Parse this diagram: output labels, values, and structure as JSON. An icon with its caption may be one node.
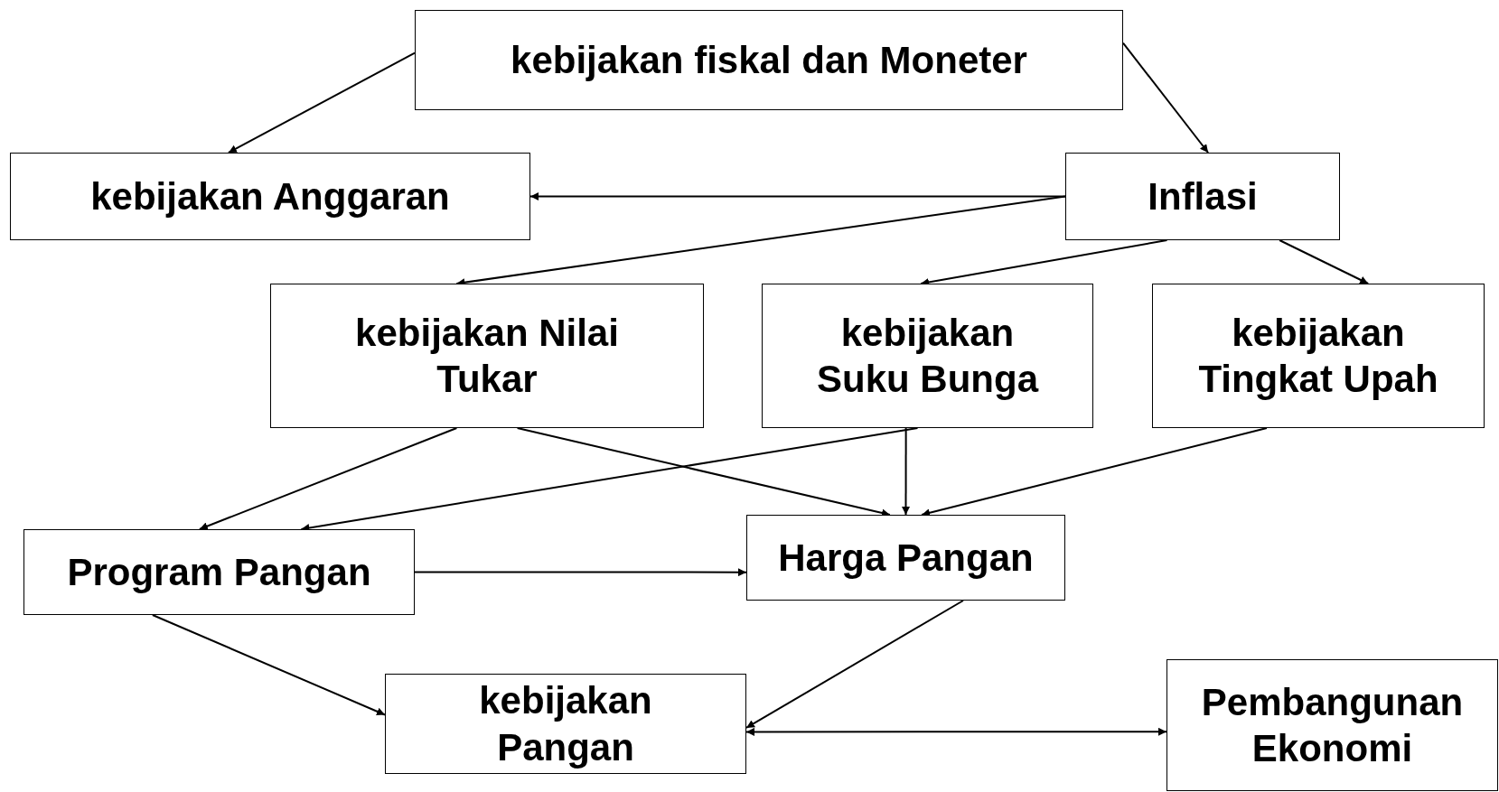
{
  "diagram": {
    "nodes": [
      {
        "text": [
          "kebijakan fiskal dan Moneter"
        ]
      },
      {
        "text": [
          "kebijakan Anggaran"
        ]
      },
      {
        "text": [
          "Inflasi"
        ]
      },
      {
        "text": [
          "kebijakan Nilai Tukar"
        ]
      },
      {
        "text": [
          "kebijakan Suku Bunga"
        ]
      },
      {
        "text": [
          "kebijakan Tingkat Upah"
        ]
      },
      {
        "text": [
          "Program Pangan"
        ]
      },
      {
        "text": [
          "Harga Pangan"
        ]
      },
      {
        "text": [
          "kebijakan Pangan"
        ]
      },
      {
        "text": [
          "Pembangunan Ekonomi"
        ]
      }
    ],
    "edges": [
      {
        "from": 0,
        "to": 1,
        "arrow": "to"
      },
      {
        "from": 0,
        "to": 2,
        "arrow": "to"
      },
      {
        "from": 2,
        "to": 1,
        "arrow": "to"
      },
      {
        "from": 2,
        "to": 3,
        "arrow": "to"
      },
      {
        "from": 2,
        "to": 4,
        "arrow": "to"
      },
      {
        "from": 2,
        "to": 5,
        "arrow": "to"
      },
      {
        "from": 3,
        "to": 6,
        "arrow": "to"
      },
      {
        "from": 3,
        "to": 7,
        "arrow": "to"
      },
      {
        "from": 4,
        "to": 6,
        "arrow": "to"
      },
      {
        "from": 4,
        "to": 7,
        "arrow": "to"
      },
      {
        "from": 5,
        "to": 7,
        "arrow": "to"
      },
      {
        "from": 6,
        "to": 7,
        "arrow": "to"
      },
      {
        "from": 6,
        "to": 8,
        "arrow": "to"
      },
      {
        "from": 7,
        "to": 8,
        "arrow": "to"
      },
      {
        "from": 8,
        "to": 9,
        "arrow": "both"
      }
    ]
  }
}
